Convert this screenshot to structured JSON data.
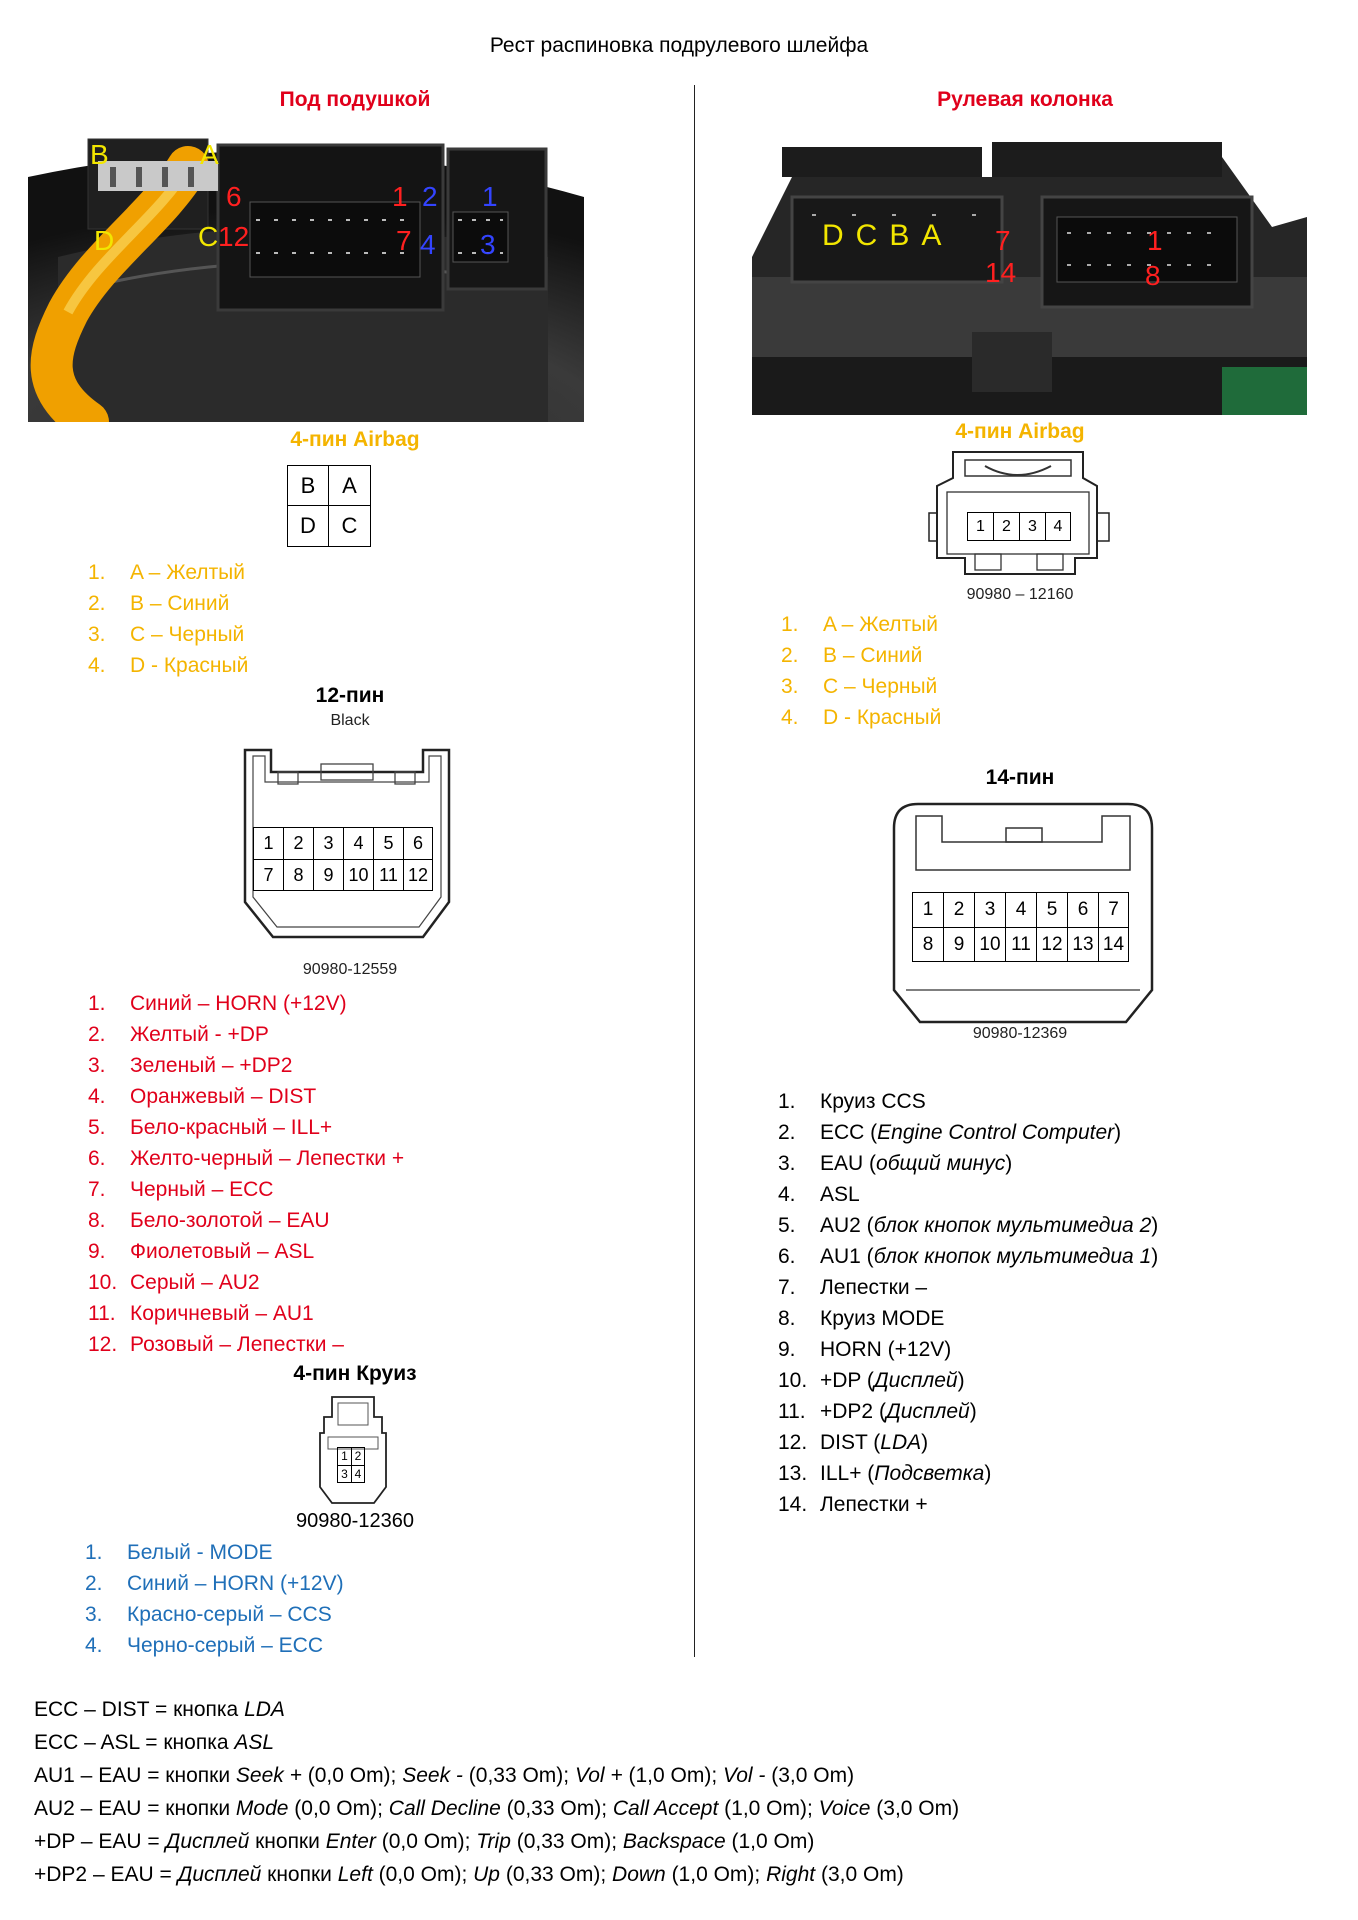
{
  "page_title": "Рест распиновка подрулевого шлейфа",
  "left": {
    "title": "Под подушкой",
    "photo_labels": {
      "b": "B",
      "a": "A",
      "d": "D",
      "c": "C",
      "n6": "6",
      "n12": "12",
      "n1": "1",
      "n7": "7",
      "n2b": "2",
      "n1b": "1",
      "n4b": "4",
      "n3b": "3"
    },
    "airbag_title": "4-пин Airbag",
    "airbag_grid": [
      "B",
      "A",
      "D",
      "C"
    ],
    "airbag_list": [
      {
        "num": "1.",
        "text": "A – Желтый"
      },
      {
        "num": "2.",
        "text": "B – Синий"
      },
      {
        "num": "3.",
        "text": "C – Черный"
      },
      {
        "num": "4.",
        "text": "D - Красный"
      }
    ],
    "pin12_title": "12-пин",
    "pin12_subtitle": "Black",
    "pin12_cells": [
      "1",
      "2",
      "3",
      "4",
      "5",
      "6",
      "7",
      "8",
      "9",
      "10",
      "11",
      "12"
    ],
    "pin12_part": "90980-12559",
    "pin12_list": [
      {
        "num": "1.",
        "text": "Синий – HORN (+12V)"
      },
      {
        "num": "2.",
        "text": "Желтый - +DP"
      },
      {
        "num": "3.",
        "text": "Зеленый – +DP2"
      },
      {
        "num": "4.",
        "text": "Оранжевый – DIST"
      },
      {
        "num": "5.",
        "text": "Бело-красный – ILL+"
      },
      {
        "num": "6.",
        "text": "Желто-черный – Лепестки +"
      },
      {
        "num": "7.",
        "text": "Черный – ECC"
      },
      {
        "num": "8.",
        "text": "Бело-золотой – EAU"
      },
      {
        "num": "9.",
        "text": "Фиолетовый – ASL"
      },
      {
        "num": "10.",
        "text": "Серый – AU2"
      },
      {
        "num": "11.",
        "text": "Коричневый – AU1"
      },
      {
        "num": "12.",
        "text": "Розовый – Лепестки –"
      }
    ],
    "cruise_title": "4-пин Круиз",
    "cruise_cells": [
      "1",
      "2",
      "3",
      "4"
    ],
    "cruise_part": "90980-12360",
    "cruise_list": [
      {
        "num": "1.",
        "text": "Белый - MODE"
      },
      {
        "num": "2.",
        "text": "Синий – HORN (+12V)"
      },
      {
        "num": "3.",
        "text": "Красно-серый – CCS"
      },
      {
        "num": "4.",
        "text": "Черно-серый – ECC"
      }
    ]
  },
  "right": {
    "title": "Рулевая колонка",
    "photo_labels": {
      "d": "D",
      "c": "C",
      "b": "B",
      "a": "A",
      "n7": "7",
      "n1": "1",
      "n14": "14",
      "n8": "8"
    },
    "airbag_title": "4-пин Airbag",
    "airbag_cells": [
      "1",
      "2",
      "3",
      "4"
    ],
    "airbag_part": "90980 – 12160",
    "airbag_list": [
      {
        "num": "1.",
        "text": "A – Желтый"
      },
      {
        "num": "2.",
        "text": "B – Синий"
      },
      {
        "num": "3.",
        "text": "C – Черный"
      },
      {
        "num": "4.",
        "text": "D - Красный"
      }
    ],
    "pin14_title": "14-пин",
    "pin14_cells": [
      "1",
      "2",
      "3",
      "4",
      "5",
      "6",
      "7",
      "8",
      "9",
      "10",
      "11",
      "12",
      "13",
      "14"
    ],
    "pin14_part": "90980-12369",
    "pin14_list": [
      {
        "num": "1.",
        "text": "Круиз CCS",
        "ital": ""
      },
      {
        "num": "2.",
        "text": "ECC (",
        "ital": "Engine Control Computer",
        "tail": ")"
      },
      {
        "num": "3.",
        "text": "EAU (",
        "ital": "общий минус",
        "tail": ")"
      },
      {
        "num": "4.",
        "text": "ASL",
        "ital": ""
      },
      {
        "num": "5.",
        "text": "AU2 (",
        "ital": "блок кнопок мультимедиа 2",
        "tail": ")"
      },
      {
        "num": "6.",
        "text": "AU1 (",
        "ital": "блок кнопок мультимедиа 1",
        "tail": ")"
      },
      {
        "num": "7.",
        "text": "Лепестки –",
        "ital": ""
      },
      {
        "num": "8.",
        "text": "Круиз MODE",
        "ital": ""
      },
      {
        "num": "9.",
        "text": "HORN (+12V)",
        "ital": ""
      },
      {
        "num": "10.",
        "text": "+DP (",
        "ital": "Дисплей",
        "tail": ")"
      },
      {
        "num": "11.",
        "text": "+DP2 (",
        "ital": "Дисплей",
        "tail": ")"
      },
      {
        "num": "12.",
        "text": "DIST (",
        "ital": "LDA",
        "tail": ")"
      },
      {
        "num": "13.",
        "text": "ILL+ (",
        "ital": "Подсветка",
        "tail": ")"
      },
      {
        "num": "14.",
        "text": "Лепестки +",
        "ital": ""
      }
    ]
  },
  "notes": [
    {
      "parts": [
        [
          "ECC – DIST = кнопка ",
          false
        ],
        [
          "LDA",
          true
        ]
      ]
    },
    {
      "parts": [
        [
          "ECC – ASL = кнопка ",
          false
        ],
        [
          "ASL",
          true
        ]
      ]
    },
    {
      "parts": [
        [
          "AU1 – EAU = кнопки ",
          false
        ],
        [
          "Seek +",
          true
        ],
        [
          " (0,0 Om); ",
          false
        ],
        [
          "Seek -",
          true
        ],
        [
          " (0,33 Om); ",
          false
        ],
        [
          "Vol +",
          true
        ],
        [
          " (1,0 Om); ",
          false
        ],
        [
          "Vol -",
          true
        ],
        [
          " (3,0 Om)",
          false
        ]
      ]
    },
    {
      "parts": [
        [
          "AU2 – EAU = кнопки ",
          false
        ],
        [
          "Mode",
          true
        ],
        [
          " (0,0 Om); ",
          false
        ],
        [
          "Call Decline",
          true
        ],
        [
          " (0,33 Om); ",
          false
        ],
        [
          "Call Accept",
          true
        ],
        [
          " (1,0 Om); ",
          false
        ],
        [
          "Voice",
          true
        ],
        [
          " (3,0 Om)",
          false
        ]
      ]
    },
    {
      "parts": [
        [
          "+DP – EAU = ",
          false
        ],
        [
          "Дисплей",
          true
        ],
        [
          " кнопки ",
          false
        ],
        [
          "Enter",
          true
        ],
        [
          " (0,0 Om); ",
          false
        ],
        [
          "Trip",
          true
        ],
        [
          " (0,33 Om); ",
          false
        ],
        [
          "Backspace",
          true
        ],
        [
          " (1,0 Om)",
          false
        ]
      ]
    },
    {
      "parts": [
        [
          "+DP2 – EAU = ",
          false
        ],
        [
          "Дисплей",
          true
        ],
        [
          " кнопки ",
          false
        ],
        [
          "Left",
          true
        ],
        [
          " (0,0 Om); ",
          false
        ],
        [
          "Up",
          true
        ],
        [
          " (0,33 Om); ",
          false
        ],
        [
          "Down",
          true
        ],
        [
          " (1,0 Om); ",
          false
        ],
        [
          "Right",
          true
        ],
        [
          " (3,0 Om)",
          false
        ]
      ]
    }
  ],
  "colors": {
    "red": "#e0001b",
    "yellow": "#f4b400",
    "blue": "#1f6fb8",
    "photo_red": "#ff2020",
    "photo_blue": "#3344ff",
    "photo_yellow": "#f2e600"
  }
}
